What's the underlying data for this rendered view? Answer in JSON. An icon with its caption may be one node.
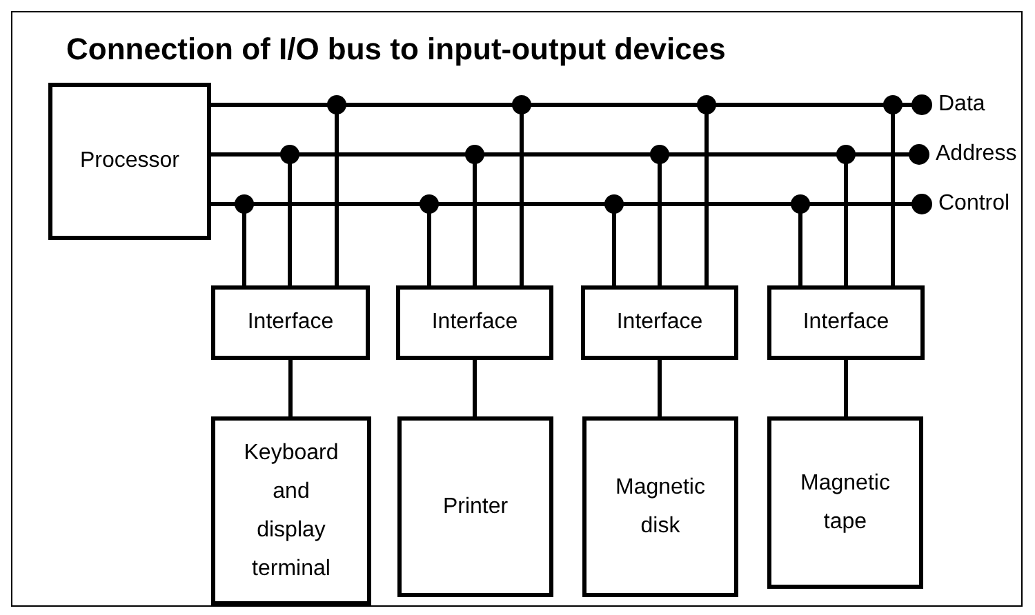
{
  "diagram": {
    "title": "Connection of I/O bus to input-output devices",
    "nodes": [
      {
        "text": [
          "Processor"
        ]
      },
      {
        "text": [
          "Data"
        ]
      },
      {
        "text": [
          "Address"
        ]
      },
      {
        "text": [
          "Control"
        ]
      },
      {
        "text": [
          "Interface"
        ]
      },
      {
        "text": [
          "Interface"
        ]
      },
      {
        "text": [
          "Interface"
        ]
      },
      {
        "text": [
          "Interface"
        ]
      },
      {
        "text": [
          "Keyboard and display terminal"
        ]
      },
      {
        "text": [
          "Printer"
        ]
      },
      {
        "text": [
          "Magnetic disk"
        ]
      },
      {
        "text": [
          "Magnetic tape"
        ]
      }
    ],
    "edges": [
      {
        "from": 0,
        "to": 1,
        "arrow": "other"
      },
      {
        "from": 0,
        "to": 2,
        "arrow": "other"
      },
      {
        "from": 0,
        "to": 3,
        "arrow": "other"
      },
      {
        "from": 4,
        "to": 1,
        "arrow": "none"
      },
      {
        "from": 4,
        "to": 2,
        "arrow": "none"
      },
      {
        "from": 4,
        "to": 3,
        "arrow": "none"
      },
      {
        "from": 4,
        "to": 8,
        "arrow": "none"
      },
      {
        "from": 5,
        "to": 1,
        "arrow": "none"
      },
      {
        "from": 5,
        "to": 2,
        "arrow": "none"
      },
      {
        "from": 5,
        "to": 3,
        "arrow": "none"
      },
      {
        "from": 5,
        "to": 9,
        "arrow": "none"
      },
      {
        "from": 6,
        "to": 1,
        "arrow": "none"
      },
      {
        "from": 6,
        "to": 2,
        "arrow": "none"
      },
      {
        "from": 6,
        "to": 3,
        "arrow": "none"
      },
      {
        "from": 6,
        "to": 10,
        "arrow": "none"
      },
      {
        "from": 7,
        "to": 1,
        "arrow": "none"
      },
      {
        "from": 7,
        "to": 2,
        "arrow": "none"
      },
      {
        "from": 7,
        "to": 3,
        "arrow": "none"
      },
      {
        "from": 7,
        "to": 11,
        "arrow": "none"
      }
    ]
  }
}
